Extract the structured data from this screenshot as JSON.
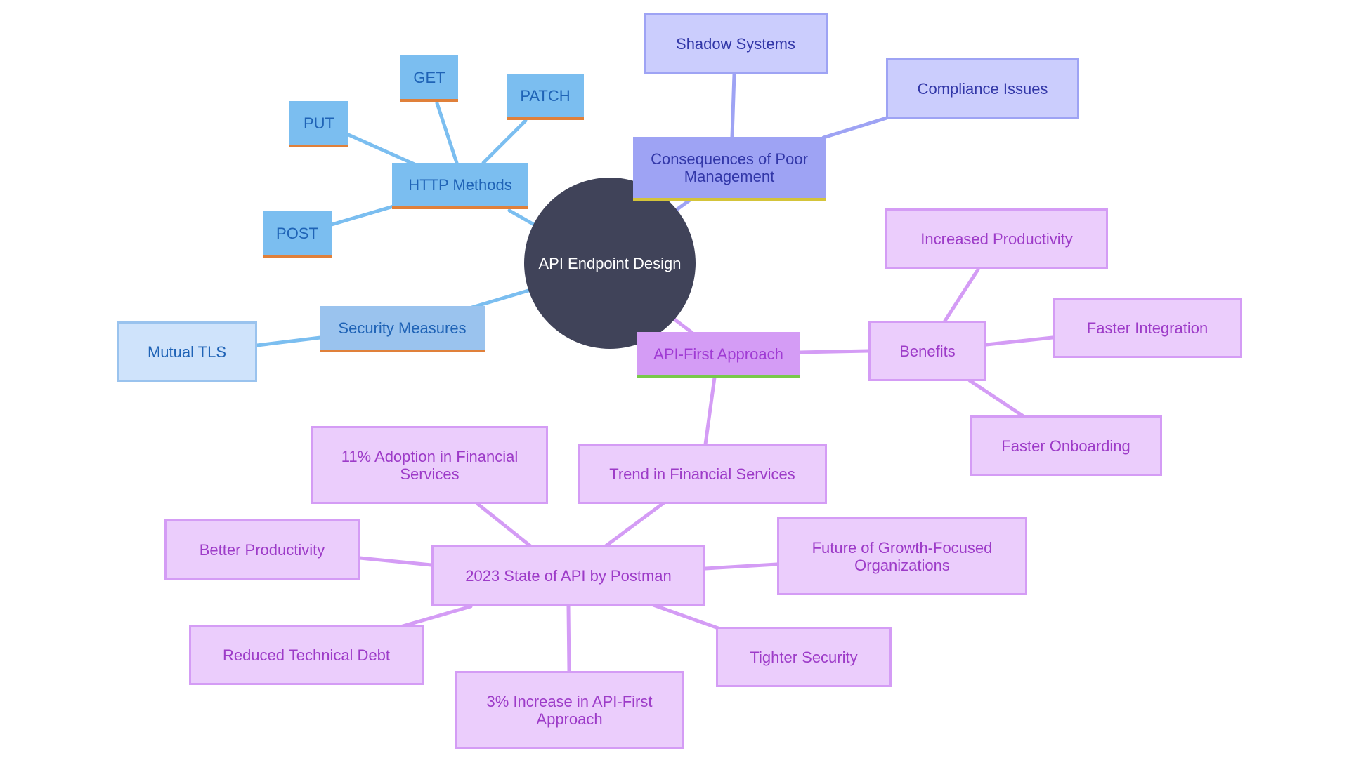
{
  "colors": {
    "root_fill": "#404359",
    "blue_edge": "#7bbef0",
    "indigo_edge": "#9ea3f4",
    "purple_edge": "#d49cf5"
  },
  "nodes": {
    "root": "API Endpoint Design",
    "http_methods": "HTTP Methods",
    "get": "GET",
    "put": "PUT",
    "patch": "PATCH",
    "post": "POST",
    "security_measures": "Security Measures",
    "mutual_tls": "Mutual TLS",
    "consequences": "Consequences of Poor Management",
    "shadow_systems": "Shadow Systems",
    "compliance_issues": "Compliance Issues",
    "api_first": "API-First Approach",
    "benefits": "Benefits",
    "increased_productivity": "Increased Productivity",
    "faster_integration": "Faster Integration",
    "faster_onboarding": "Faster Onboarding",
    "trend_financial": "Trend in Financial Services",
    "state_of_api": "2023 State of API by Postman",
    "adoption_financial": "11% Adoption in Financial Services",
    "better_productivity": "Better Productivity",
    "future_growth": "Future of Growth-Focused Organizations",
    "reduced_debt": "Reduced Technical Debt",
    "tighter_security": "Tighter Security",
    "increase_api_first": "3% Increase in API-First Approach"
  }
}
